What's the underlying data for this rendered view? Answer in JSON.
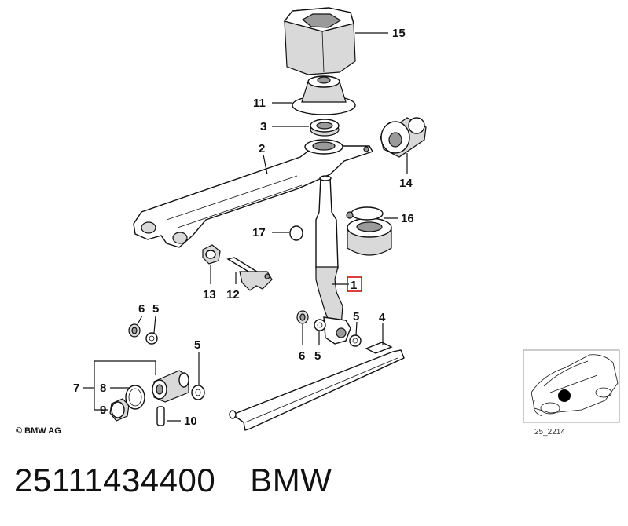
{
  "callouts": {
    "c15": "15",
    "c11": "11",
    "c3": "3",
    "c2": "2",
    "c14": "14",
    "c16": "16",
    "c17": "17",
    "c1": "1",
    "c13": "13",
    "c12": "12",
    "c6a": "6",
    "c5a": "5",
    "c6b": "6",
    "c5b": "5",
    "c5c": "5",
    "c4": "4",
    "c5d": "5",
    "c7": "7",
    "c8": "8",
    "c9": "9",
    "c10": "10"
  },
  "copyright": "© BMW AG",
  "thumbnail": {
    "code": "25_2214"
  },
  "footer": {
    "part_number": "25111434400",
    "brand": "BMW"
  },
  "colors": {
    "highlight": "#cc0000",
    "ink": "#111111",
    "thumb_border": "#999999"
  }
}
